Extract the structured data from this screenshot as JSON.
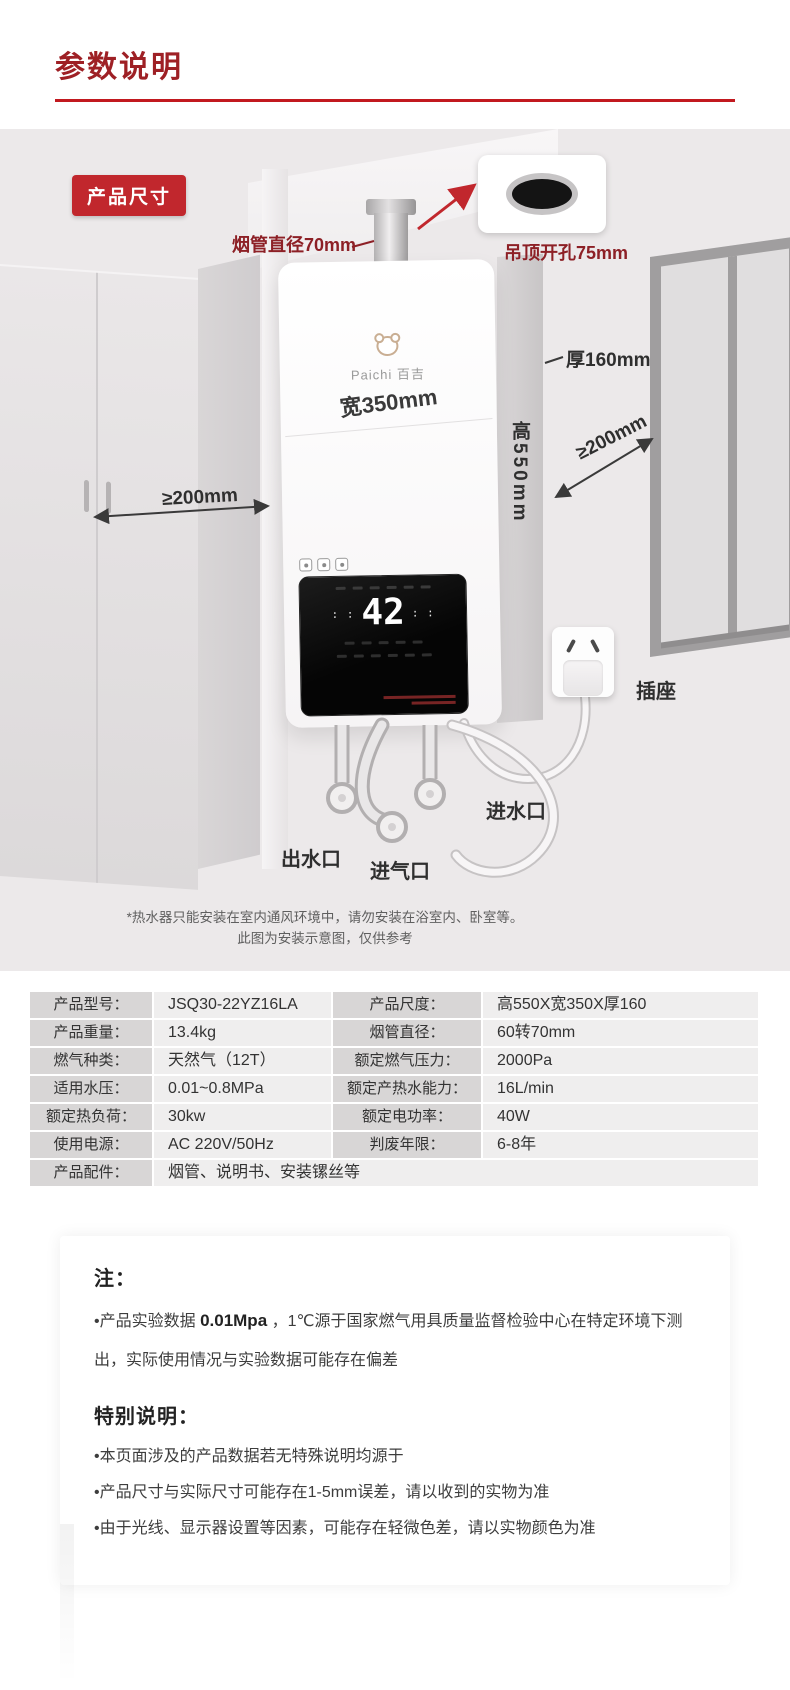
{
  "colors": {
    "accent_red": "#c1272d",
    "title_red": "#9e2025",
    "maroon_label": "#8d2026"
  },
  "page": {
    "title": "参数说明"
  },
  "diagram": {
    "badge": "产品尺寸",
    "brand": "Paichi 百吉",
    "display_value": "42",
    "annotations": {
      "flue_diameter": "烟管直径70mm",
      "ceiling_hole": "吊顶开孔75mm",
      "depth": "厚160mm",
      "width": "宽350mm",
      "height": "高550mm",
      "clearance_left": "≥200mm",
      "clearance_right": "≥200mm",
      "socket": "插座",
      "water_outlet": "出水口",
      "gas_inlet": "进气口",
      "water_inlet": "进水口"
    },
    "note_line1": "*热水器只能安装在室内通风环境中，请勿安装在浴室内、卧室等。",
    "note_line2": "此图为安装示意图，仅供参考"
  },
  "table": {
    "rows": [
      {
        "l_label": "产品型号：",
        "l_value": "JSQ30-22YZ16LA",
        "r_label": "产品尺度：",
        "r_value": "高550X宽350X厚160"
      },
      {
        "l_label": "产品重量：",
        "l_value": "13.4kg",
        "r_label": "烟管直径：",
        "r_value": "60转70mm"
      },
      {
        "l_label": "燃气种类：",
        "l_value": "天然气（12T）",
        "r_label": "额定燃气压力：",
        "r_value": "2000Pa"
      },
      {
        "l_label": "适用水压：",
        "l_value": "0.01~0.8MPa",
        "r_label": "额定产热水能力：",
        "r_value": "16L/min"
      },
      {
        "l_label": "额定热负荷：",
        "l_value": "30kw",
        "r_label": "额定电功率：",
        "r_value": "40W"
      },
      {
        "l_label": "使用电源：",
        "l_value": "AC 220V/50Hz",
        "r_label": "判废年限：",
        "r_value": "6-8年"
      }
    ],
    "last_row": {
      "label": "产品配件：",
      "value": "烟管、说明书、安装镙丝等"
    }
  },
  "notes": {
    "heading1": "注：",
    "b1_pre": "•产品实验数据 ",
    "b1_bold": "0.01Mpa",
    "b1_rest": " ，1℃源于国家燃气用具质量监督检验中心在特定环境下测出，实际使用情况与实验数据可能存在偏差",
    "heading2": "特别说明：",
    "items": [
      "•本页面涉及的产品数据若无特殊说明均源于",
      "•产品尺寸与实际尺寸可能存在1-5mm误差，请以收到的实物为准",
      "•由于光线、显示器设置等因素，可能存在轻微色差，请以实物颜色为准"
    ]
  }
}
